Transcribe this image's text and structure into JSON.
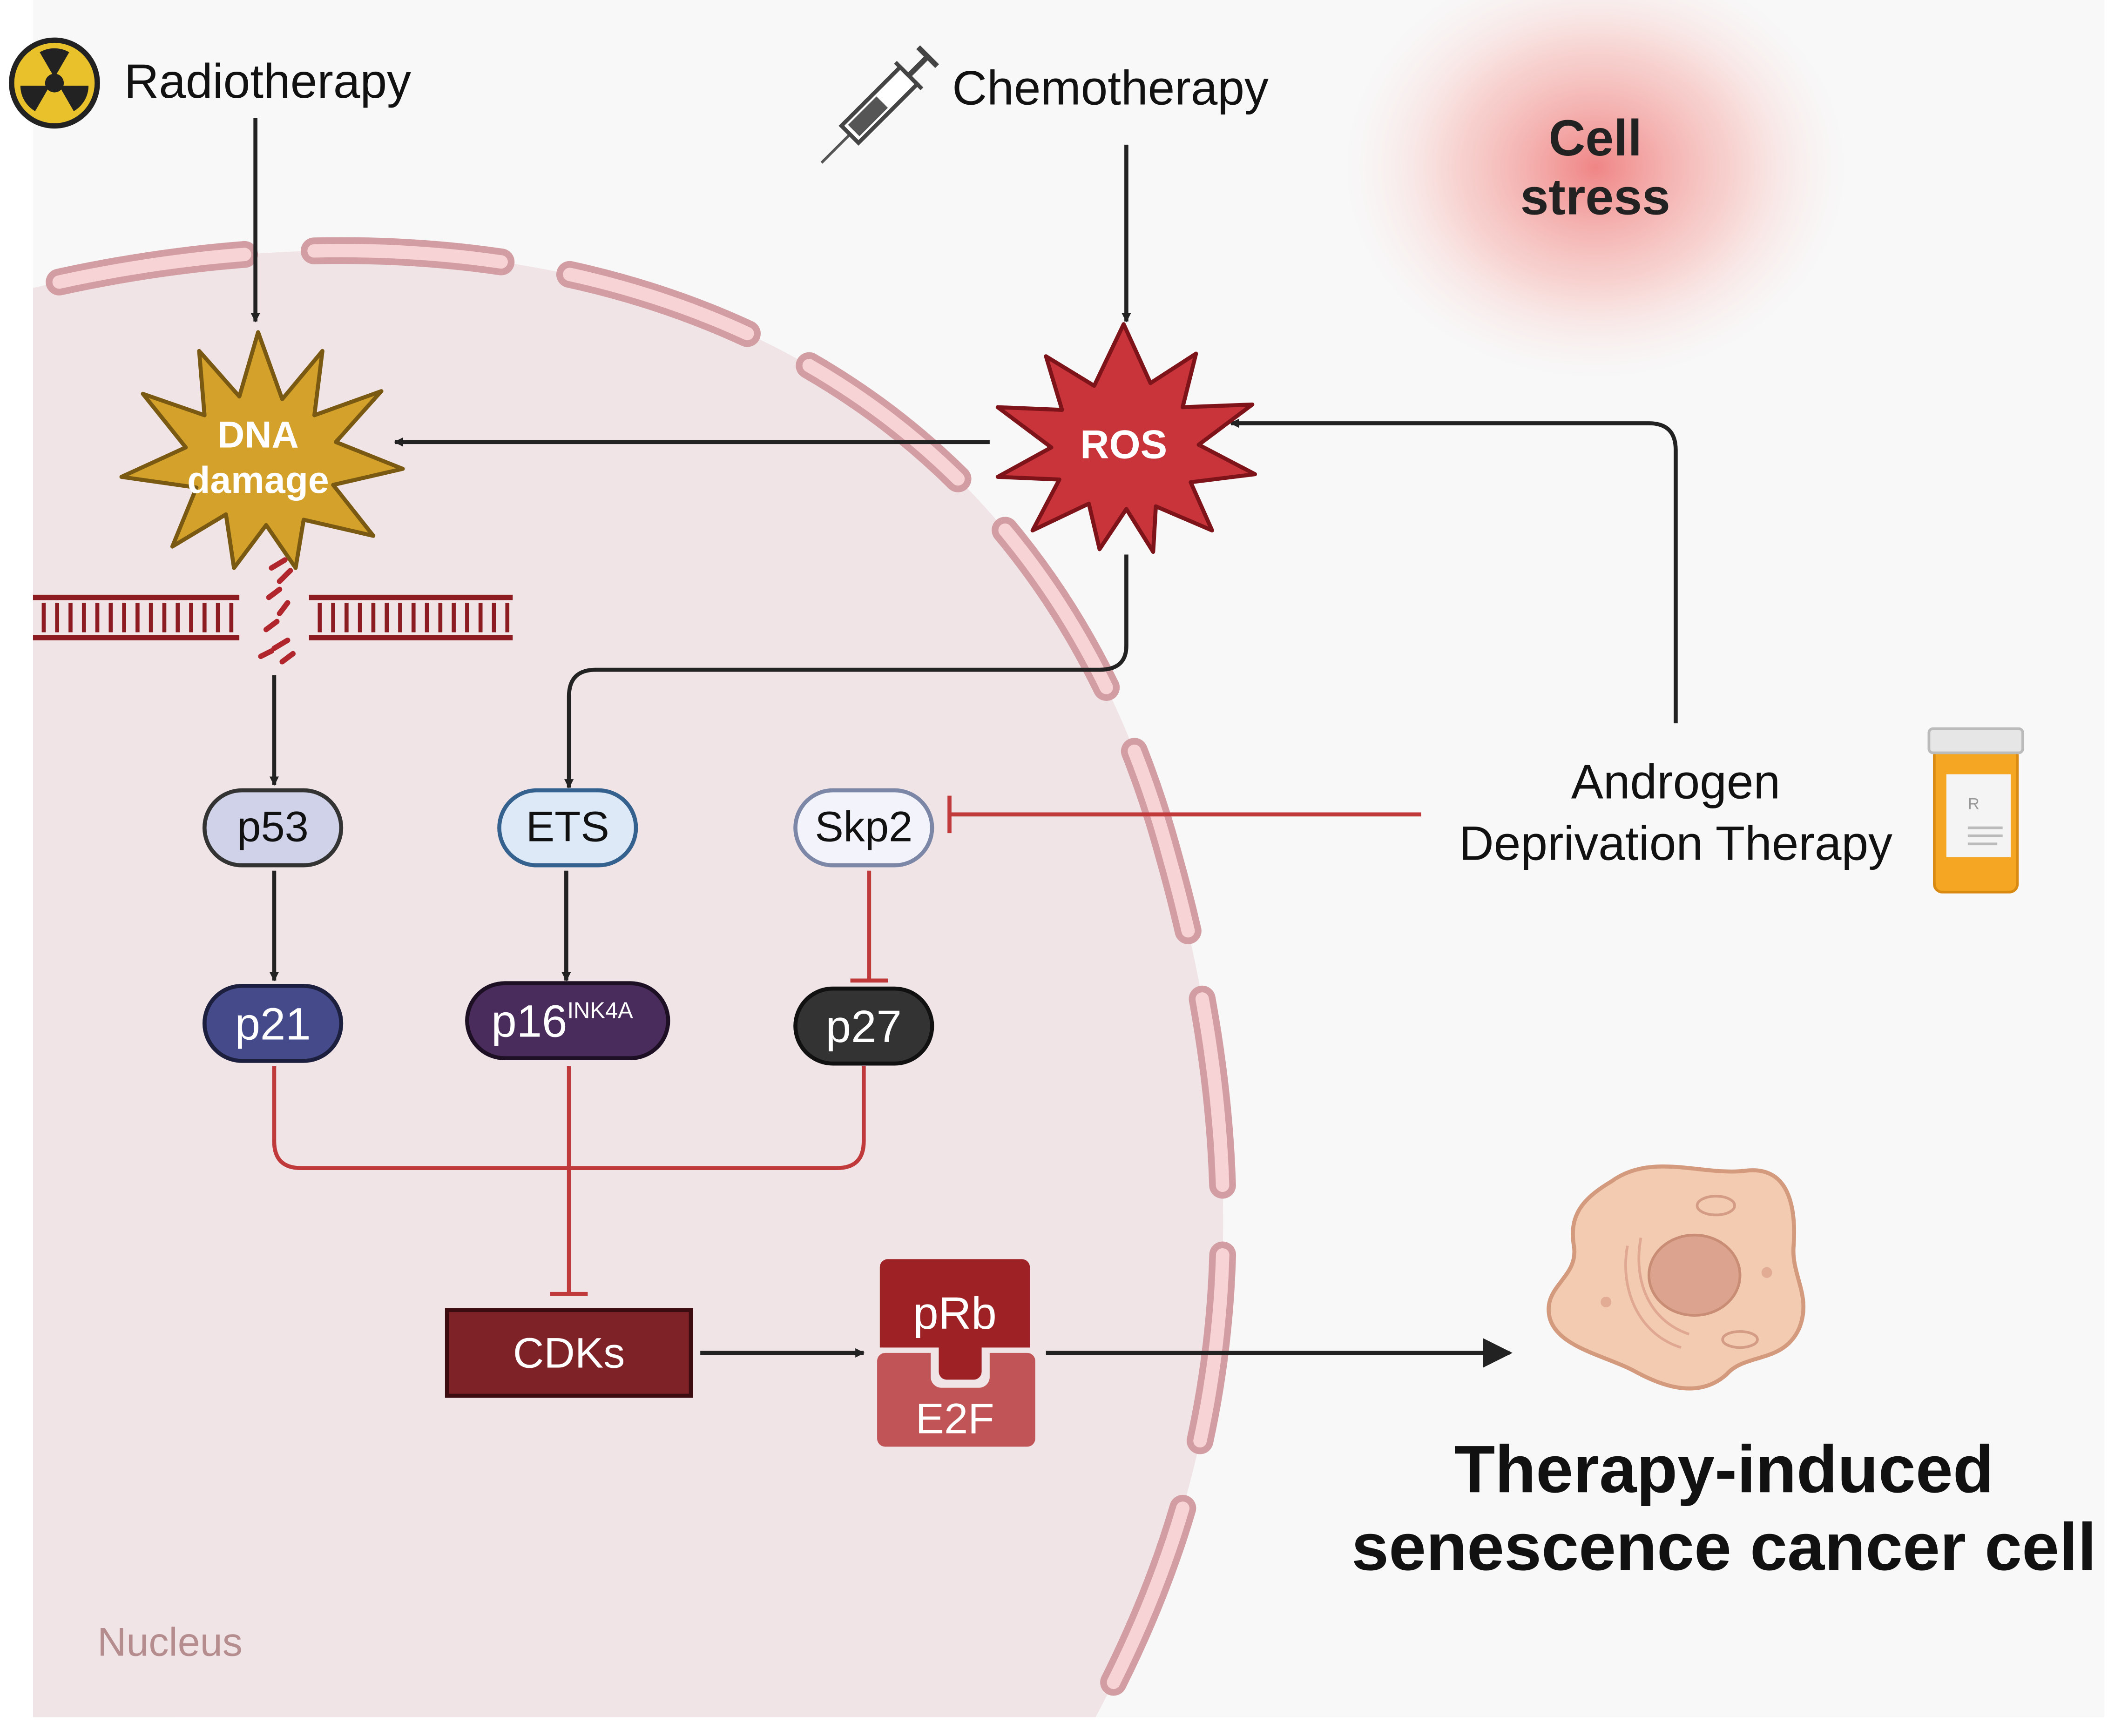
{
  "inputs": {
    "radiotherapy": "Radiotherapy",
    "chemotherapy": "Chemotherapy",
    "adt_line1": "Androgen",
    "adt_line2": "Deprivation Therapy"
  },
  "stress": {
    "line1": "Cell",
    "line2": "stress"
  },
  "hubs": {
    "dna_line1": "DNA",
    "dna_line2": "damage",
    "ros": "ROS"
  },
  "nodes": {
    "p53": "p53",
    "ets": "ETS",
    "skp2": "Skp2",
    "p21": "p21",
    "p16": "p16",
    "p16_sup": "INK4A",
    "p27": "p27",
    "cdks": "CDKs",
    "prb": "pRb",
    "e2f": "E2F"
  },
  "outcome": {
    "line1": "Therapy-induced",
    "line2": "senescence cancer cell"
  },
  "compartment": {
    "nucleus": "Nucleus"
  },
  "icons": [
    "radiation-icon",
    "syringe-icon",
    "pill-bottle-icon",
    "senescent-cell-icon",
    "dna-break-icon"
  ],
  "colors": {
    "activation": "#222222",
    "inhibition": "#c0393b",
    "dna_burst": "#d4a12a",
    "ros_burst": "#c9343b",
    "nucleus": "#f0e4e6",
    "envelope": "#d8a7ab",
    "stress_glow": "#f08a8a"
  }
}
